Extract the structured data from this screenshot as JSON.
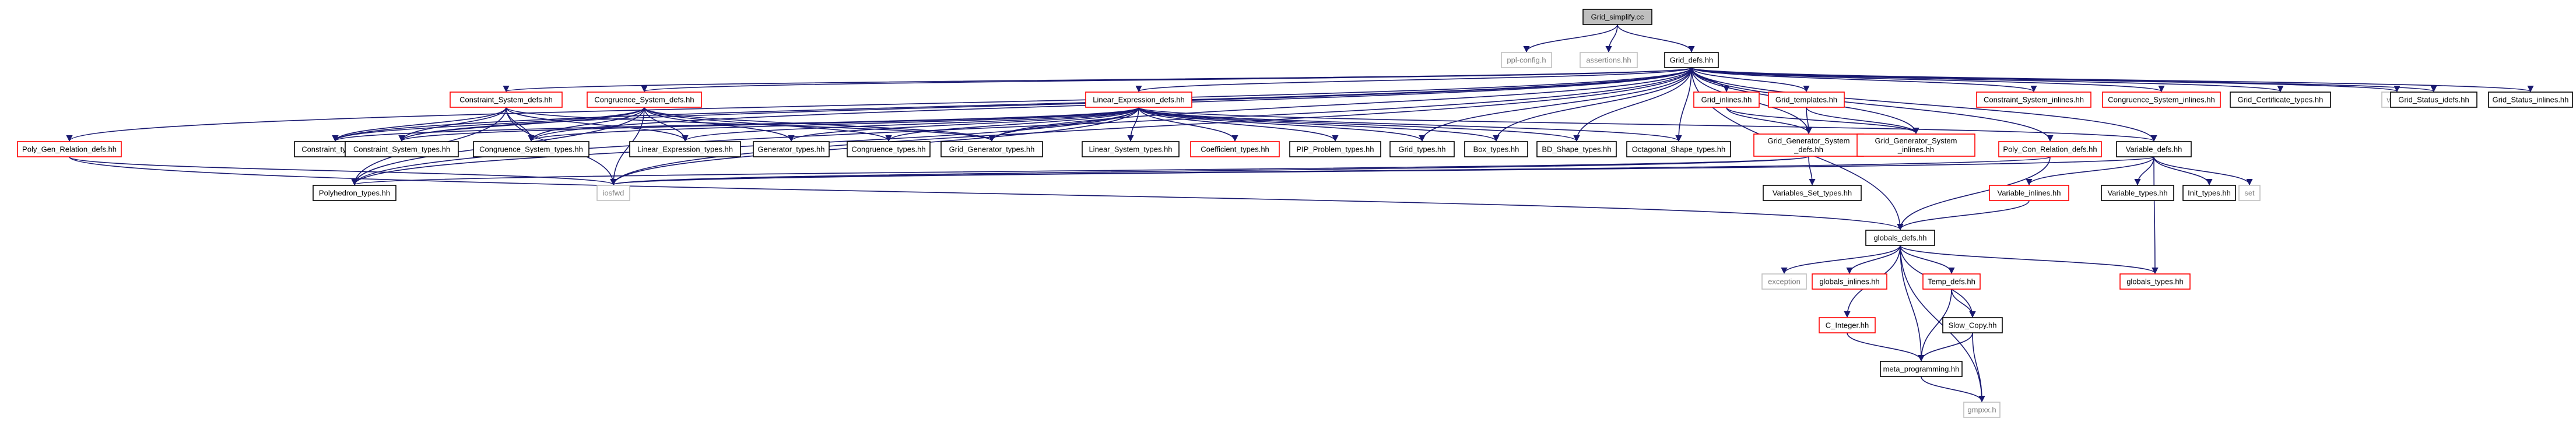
{
  "graph": {
    "title": "",
    "colors": {
      "edge": "#191970",
      "black_border": "#000000",
      "red_border": "#ff0000",
      "gray_border": "#bfbfbf",
      "root_fill": "#bfbfbf",
      "text_black": "#000000",
      "text_gray": "#7f7f7f"
    },
    "nodes": [
      {
        "id": "root",
        "label": "Grid_simplify.cc",
        "style": "root"
      },
      {
        "id": "pplconfig",
        "label": "ppl-config.h",
        "style": "gray"
      },
      {
        "id": "assertions",
        "label": "assertions.hh",
        "style": "gray"
      },
      {
        "id": "griddefs",
        "label": "Grid_defs.hh",
        "style": "black"
      },
      {
        "id": "polygenrel",
        "label": "Poly_Gen_Relation_defs.hh",
        "style": "red"
      },
      {
        "id": "csdefs",
        "label": "Constraint_System_defs.hh",
        "style": "red"
      },
      {
        "id": "cgsdefs",
        "label": "Congruence_System_defs.hh",
        "style": "red"
      },
      {
        "id": "linexpr",
        "label": "Linear_Expression_defs.hh",
        "style": "red"
      },
      {
        "id": "gridinlines",
        "label": "Grid_inlines.hh",
        "style": "red"
      },
      {
        "id": "gridtemplates",
        "label": "Grid_templates.hh",
        "style": "red"
      },
      {
        "id": "csinlines",
        "label": "Constraint_System_inlines.hh",
        "style": "red"
      },
      {
        "id": "cgsinlines",
        "label": "Congruence_System_inlines.hh",
        "style": "red"
      },
      {
        "id": "gridcert",
        "label": "Grid_Certificate_types.hh",
        "style": "black"
      },
      {
        "id": "vector",
        "label": "vector",
        "style": "gray"
      },
      {
        "id": "gridstatusidefs",
        "label": "Grid_Status_idefs.hh",
        "style": "black"
      },
      {
        "id": "gridstatusinl",
        "label": "Grid_Status_inlines.hh",
        "style": "black"
      },
      {
        "id": "constrtypes",
        "label": "Constraint_types.hh",
        "style": "black"
      },
      {
        "id": "cstypes",
        "label": "Constraint_System_types.hh",
        "style": "black"
      },
      {
        "id": "cgstypes",
        "label": "Congruence_System_types.hh",
        "style": "black"
      },
      {
        "id": "lextypes",
        "label": "Linear_Expression_types.hh",
        "style": "black"
      },
      {
        "id": "gentypes",
        "label": "Generator_types.hh",
        "style": "black"
      },
      {
        "id": "congtypes",
        "label": "Congruence_types.hh",
        "style": "black"
      },
      {
        "id": "gridgentypes",
        "label": "Grid_Generator_types.hh",
        "style": "black"
      },
      {
        "id": "linsystypes",
        "label": "Linear_System_types.hh",
        "style": "black"
      },
      {
        "id": "coefftypes",
        "label": "Coefficient_types.hh",
        "style": "red"
      },
      {
        "id": "piptypes",
        "label": "PIP_Problem_types.hh",
        "style": "black"
      },
      {
        "id": "gridtypes",
        "label": "Grid_types.hh",
        "style": "black"
      },
      {
        "id": "boxtypes",
        "label": "Box_types.hh",
        "style": "black"
      },
      {
        "id": "bdshapetypes",
        "label": "BD_Shape_types.hh",
        "style": "black"
      },
      {
        "id": "octtypes",
        "label": "Octagonal_Shape_types.hh",
        "style": "black"
      },
      {
        "id": "ggsdefs",
        "label": [
          "Grid_Generator_System",
          "_defs.hh"
        ],
        "style": "red"
      },
      {
        "id": "ggsinlines",
        "label": [
          "Grid_Generator_System",
          "_inlines.hh"
        ],
        "style": "red"
      },
      {
        "id": "polyconrel",
        "label": "Poly_Con_Relation_defs.hh",
        "style": "red"
      },
      {
        "id": "vardefs",
        "label": "Variable_defs.hh",
        "style": "black"
      },
      {
        "id": "polytypes",
        "label": "Polyhedron_types.hh",
        "style": "black"
      },
      {
        "id": "iosfwd",
        "label": "iosfwd",
        "style": "gray"
      },
      {
        "id": "varsettypes",
        "label": "Variables_Set_types.hh",
        "style": "black"
      },
      {
        "id": "varinlines",
        "label": "Variable_inlines.hh",
        "style": "red"
      },
      {
        "id": "vartypes",
        "label": "Variable_types.hh",
        "style": "black"
      },
      {
        "id": "inittypes",
        "label": "Init_types.hh",
        "style": "black"
      },
      {
        "id": "set",
        "label": "set",
        "style": "gray"
      },
      {
        "id": "globalsdefs",
        "label": "globals_defs.hh",
        "style": "black"
      },
      {
        "id": "exception",
        "label": "exception",
        "style": "gray"
      },
      {
        "id": "globalsinlines",
        "label": "globals_inlines.hh",
        "style": "red"
      },
      {
        "id": "tempdefs",
        "label": "Temp_defs.hh",
        "style": "red"
      },
      {
        "id": "globalstypes",
        "label": "globals_types.hh",
        "style": "red"
      },
      {
        "id": "cinteger",
        "label": "C_Integer.hh",
        "style": "red"
      },
      {
        "id": "slowcopy",
        "label": "Slow_Copy.hh",
        "style": "black"
      },
      {
        "id": "metaprog",
        "label": "meta_programming.hh",
        "style": "black"
      },
      {
        "id": "gmpxx",
        "label": "gmpxx.h",
        "style": "gray"
      }
    ],
    "edges": [
      [
        "root",
        "pplconfig"
      ],
      [
        "root",
        "assertions"
      ],
      [
        "root",
        "griddefs"
      ],
      [
        "griddefs",
        "polygenrel"
      ],
      [
        "griddefs",
        "csdefs"
      ],
      [
        "griddefs",
        "cgsdefs"
      ],
      [
        "griddefs",
        "linexpr"
      ],
      [
        "griddefs",
        "gridinlines"
      ],
      [
        "griddefs",
        "gridtemplates"
      ],
      [
        "griddefs",
        "csinlines"
      ],
      [
        "griddefs",
        "cgsinlines"
      ],
      [
        "griddefs",
        "gridcert"
      ],
      [
        "griddefs",
        "vector"
      ],
      [
        "griddefs",
        "gridstatusidefs"
      ],
      [
        "griddefs",
        "gridstatusinl"
      ],
      [
        "griddefs",
        "constrtypes"
      ],
      [
        "griddefs",
        "cstypes"
      ],
      [
        "griddefs",
        "cgstypes"
      ],
      [
        "griddefs",
        "gridgentypes"
      ],
      [
        "griddefs",
        "gridtypes"
      ],
      [
        "griddefs",
        "boxtypes"
      ],
      [
        "griddefs",
        "bdshapetypes"
      ],
      [
        "griddefs",
        "octtypes"
      ],
      [
        "griddefs",
        "ggsdefs"
      ],
      [
        "griddefs",
        "ggsinlines"
      ],
      [
        "griddefs",
        "polyconrel"
      ],
      [
        "griddefs",
        "vardefs"
      ],
      [
        "griddefs",
        "polytypes"
      ],
      [
        "griddefs",
        "iosfwd"
      ],
      [
        "griddefs",
        "globalsdefs"
      ],
      [
        "polygenrel",
        "iosfwd"
      ],
      [
        "polygenrel",
        "globalsdefs"
      ],
      [
        "csdefs",
        "constrtypes"
      ],
      [
        "csdefs",
        "cstypes"
      ],
      [
        "csdefs",
        "cgstypes"
      ],
      [
        "csdefs",
        "lextypes"
      ],
      [
        "csdefs",
        "gridgentypes"
      ],
      [
        "csdefs",
        "polytypes"
      ],
      [
        "csdefs",
        "iosfwd"
      ],
      [
        "cgsdefs",
        "constrtypes"
      ],
      [
        "cgsdefs",
        "cstypes"
      ],
      [
        "cgsdefs",
        "cgstypes"
      ],
      [
        "cgsdefs",
        "lextypes"
      ],
      [
        "cgsdefs",
        "gentypes"
      ],
      [
        "cgsdefs",
        "congtypes"
      ],
      [
        "cgsdefs",
        "gridgentypes"
      ],
      [
        "cgsdefs",
        "polytypes"
      ],
      [
        "cgsdefs",
        "iosfwd"
      ],
      [
        "linexpr",
        "constrtypes"
      ],
      [
        "linexpr",
        "cstypes"
      ],
      [
        "linexpr",
        "cgstypes"
      ],
      [
        "linexpr",
        "lextypes"
      ],
      [
        "linexpr",
        "gentypes"
      ],
      [
        "linexpr",
        "congtypes"
      ],
      [
        "linexpr",
        "gridgentypes"
      ],
      [
        "linexpr",
        "linsystypes"
      ],
      [
        "linexpr",
        "coefftypes"
      ],
      [
        "linexpr",
        "piptypes"
      ],
      [
        "linexpr",
        "gridtypes"
      ],
      [
        "linexpr",
        "boxtypes"
      ],
      [
        "linexpr",
        "bdshapetypes"
      ],
      [
        "linexpr",
        "octtypes"
      ],
      [
        "linexpr",
        "polytypes"
      ],
      [
        "linexpr",
        "iosfwd"
      ],
      [
        "linexpr",
        "vardefs"
      ],
      [
        "gridinlines",
        "ggsdefs"
      ],
      [
        "gridinlines",
        "ggsinlines"
      ],
      [
        "gridtemplates",
        "ggsdefs"
      ],
      [
        "gridtemplates",
        "ggsinlines"
      ],
      [
        "ggsdefs",
        "iosfwd"
      ],
      [
        "ggsdefs",
        "varsettypes"
      ],
      [
        "ggsdefs",
        "polytypes"
      ],
      [
        "polyconrel",
        "iosfwd"
      ],
      [
        "polyconrel",
        "globalsdefs"
      ],
      [
        "vardefs",
        "iosfwd"
      ],
      [
        "vardefs",
        "varinlines"
      ],
      [
        "vardefs",
        "vartypes"
      ],
      [
        "vardefs",
        "inittypes"
      ],
      [
        "vardefs",
        "set"
      ],
      [
        "vardefs",
        "globalstypes"
      ],
      [
        "varinlines",
        "globalsdefs"
      ],
      [
        "globalsdefs",
        "exception"
      ],
      [
        "globalsdefs",
        "globalsinlines"
      ],
      [
        "globalsdefs",
        "tempdefs"
      ],
      [
        "globalsdefs",
        "globalstypes"
      ],
      [
        "globalsdefs",
        "cinteger"
      ],
      [
        "globalsdefs",
        "slowcopy"
      ],
      [
        "globalsdefs",
        "metaprog"
      ],
      [
        "globalsdefs",
        "gmpxx"
      ],
      [
        "tempdefs",
        "slowcopy"
      ],
      [
        "tempdefs",
        "metaprog"
      ],
      [
        "cinteger",
        "metaprog"
      ],
      [
        "slowcopy",
        "metaprog"
      ],
      [
        "slowcopy",
        "gmpxx"
      ],
      [
        "metaprog",
        "gmpxx"
      ]
    ]
  }
}
